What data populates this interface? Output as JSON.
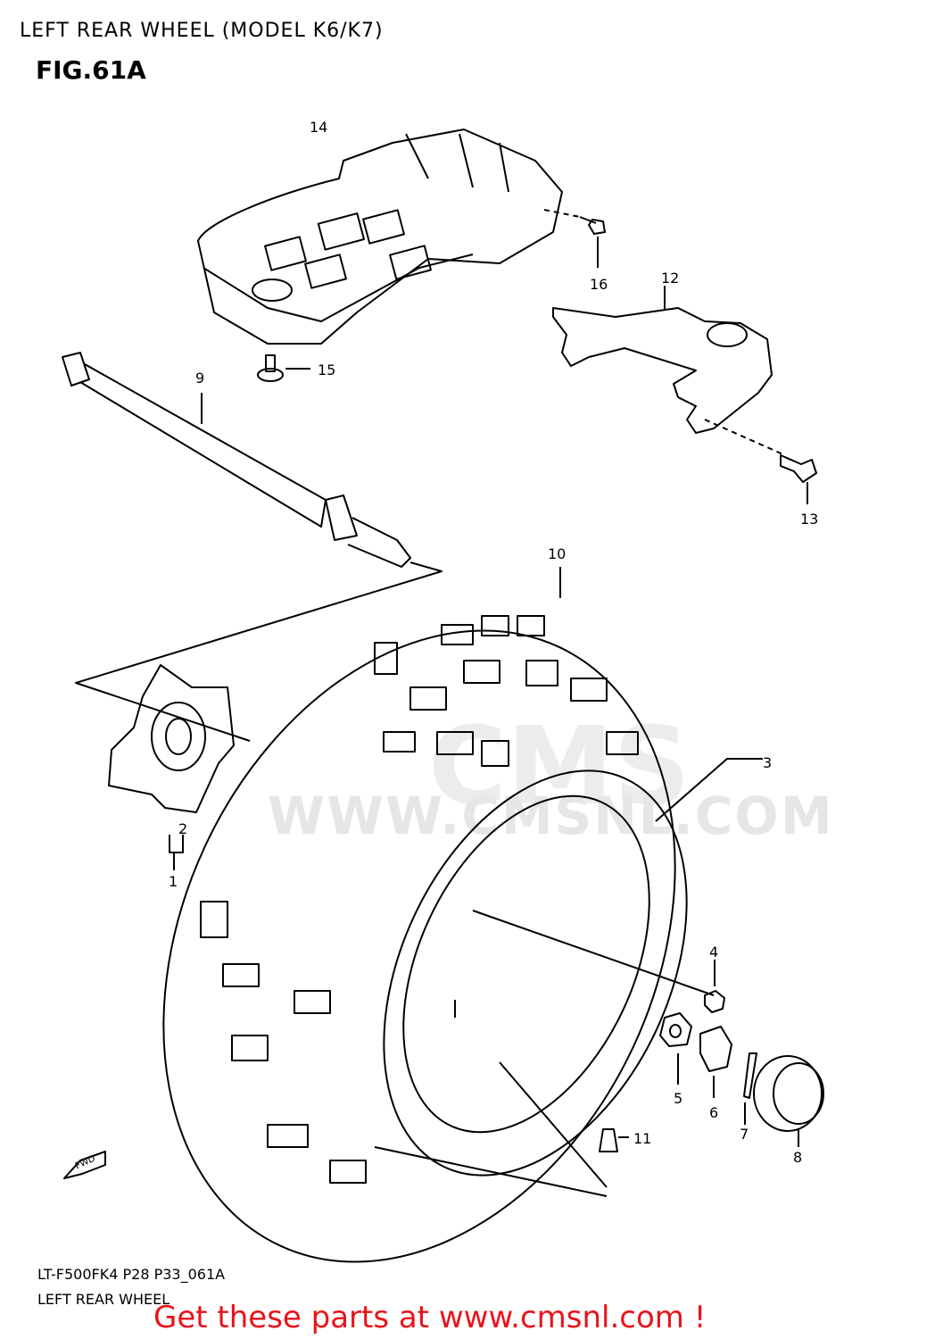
{
  "header": {
    "title": "LEFT REAR WHEEL (MODEL K6/K7)",
    "figure": "FIG.61A"
  },
  "watermark": {
    "url": "WWW.CMSNL.COM",
    "brand": "CMS"
  },
  "fwd_label": "FWD",
  "callouts": [
    "1",
    "2",
    "3",
    "4",
    "5",
    "6",
    "7",
    "8",
    "9",
    "10",
    "11",
    "12",
    "13",
    "14",
    "15",
    "16"
  ],
  "footer": {
    "code": "LT-F500FK4 P28 P33_061A",
    "name": "LEFT REAR WHEEL",
    "promo": "Get these parts at www.cmsnl.com !"
  }
}
